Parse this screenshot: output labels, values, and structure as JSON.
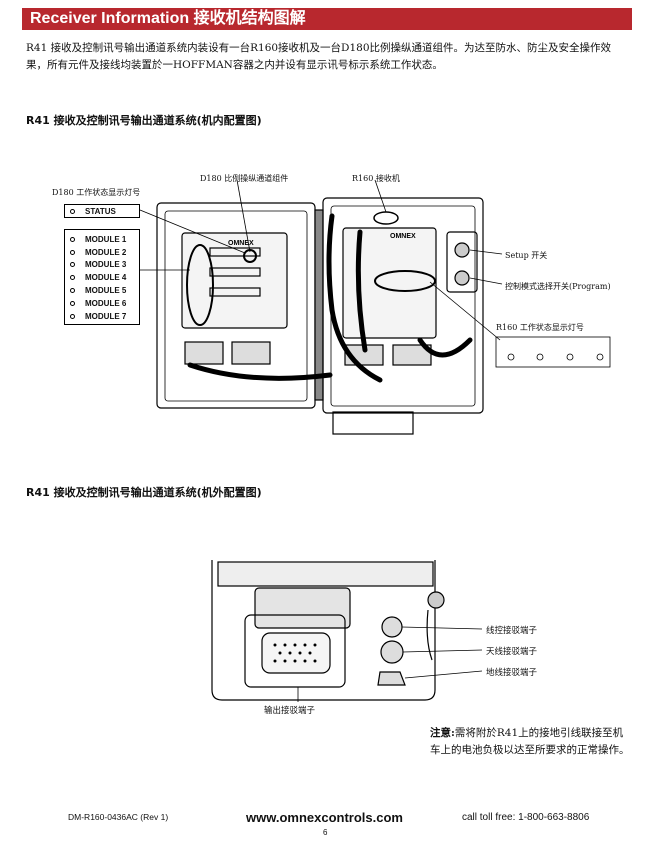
{
  "header": {
    "title": "Receiver Information 接收机结构图解"
  },
  "intro": {
    "text": "R41 接收及控制讯号输出通道系统内装设有一台R160接收机及一台D180比例操纵通道组件。为达至防水、防尘及安全操作效果，所有元件及接线均装置於一HOFFMAN容器之内并设有显示讯号标示系统工作状态。"
  },
  "section1": {
    "title": "R41 接收及控制讯号输出通道系统(机内配置图)",
    "labels": {
      "d180_component": "D180 比例操纵通道组件",
      "r160_receiver": "R160 接收机",
      "d180_status_light": "D180 工作状态显示灯号",
      "setup_switch": "Setup 开关",
      "program_switch": "控制模式选择开关(Program)",
      "r160_status_light": "R160 工作状态显示灯号",
      "omnex_logo": "OMNEX"
    },
    "status_label": "STATUS",
    "modules": [
      "MODULE 1",
      "MODULE 2",
      "MODULE 3",
      "MODULE 4",
      "MODULE 5",
      "MODULE 6",
      "MODULE 7"
    ]
  },
  "section2": {
    "title": "R41 接收及控制讯号输出通道系统(机外配置图)",
    "labels": {
      "line_control": "线控接驳端子",
      "antenna": "天线接驳端子",
      "ground": "地线接驳端子",
      "output": "输出接驳端子"
    }
  },
  "note": {
    "label": "注意:",
    "text": "需将附於R41上的接地引线联接至机车上的电池负极以达至所要求的正常操作。"
  },
  "footer": {
    "doc_id": "DM-R160-0436AC (Rev 1)",
    "website": "www.omnexcontrols.com",
    "phone": "call toll free: 1-800-663-8806",
    "page_number": "6"
  }
}
